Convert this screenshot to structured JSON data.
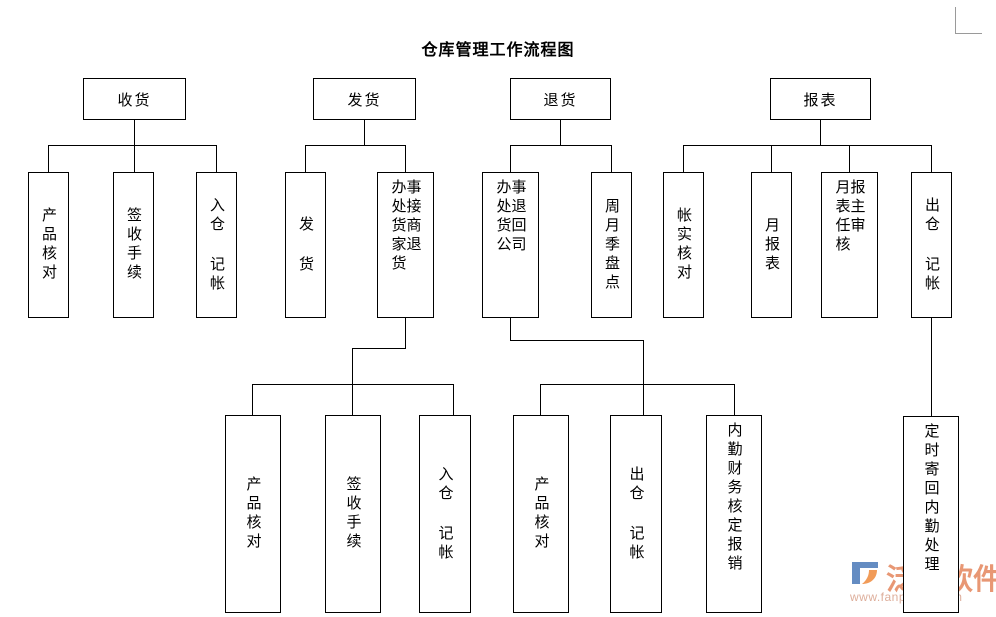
{
  "title": "仓库管理工作流程图",
  "colors": {
    "stroke": "#000000",
    "background": "#ffffff",
    "watermark_text": "#e4855c",
    "watermark_url": "#d8a08a",
    "watermark_logo_blue": "#4a78b8",
    "watermark_logo_orange": "#ef8a3c",
    "corner_mark": "#9a9a9a"
  },
  "nodes": {
    "top": [
      {
        "id": "receiving",
        "label": "收货"
      },
      {
        "id": "shipping",
        "label": "发货"
      },
      {
        "id": "returns",
        "label": "退货"
      },
      {
        "id": "reports",
        "label": "报表"
      }
    ],
    "row2": [
      {
        "id": "r2-product-check",
        "cols": [
          "产品核对"
        ]
      },
      {
        "id": "r2-signoff",
        "cols": [
          "签收手续"
        ]
      },
      {
        "id": "r2-inbound-record",
        "cols": [
          "入仓 记帐"
        ]
      },
      {
        "id": "r2-ship-goods",
        "cols": [
          "发 货"
        ]
      },
      {
        "id": "r2-merchant-return",
        "cols": [
          "事接商退",
          "办处货家货"
        ]
      },
      {
        "id": "r2-return-company",
        "cols": [
          "事退回司",
          "办处货公"
        ]
      },
      {
        "id": "r2-stocktake",
        "cols": [
          "周月季盘点"
        ]
      },
      {
        "id": "r2-account-check",
        "cols": [
          "帐实核对"
        ]
      },
      {
        "id": "r2-monthly-report",
        "cols": [
          "月报表"
        ]
      },
      {
        "id": "r2-supervisor-audit",
        "cols": [
          "报主审",
          "月表任核"
        ]
      },
      {
        "id": "r2-outbound-record",
        "cols": [
          "出仓 记帐"
        ]
      }
    ],
    "row3": [
      {
        "id": "r3-product-check",
        "cols": [
          "产品核对"
        ]
      },
      {
        "id": "r3-signoff",
        "cols": [
          "签收手续"
        ]
      },
      {
        "id": "r3-inbound-record",
        "cols": [
          "入仓 记帐"
        ]
      },
      {
        "id": "r3-product-check-2",
        "cols": [
          "产品核对"
        ]
      },
      {
        "id": "r3-outbound-record",
        "cols": [
          "出仓 记帐"
        ]
      },
      {
        "id": "r3-finance-reimburse",
        "cols": [
          "内勤财务核定报销"
        ]
      },
      {
        "id": "r3-mail-back",
        "cols": [
          "定时寄回内勤处理"
        ]
      }
    ]
  },
  "watermark": {
    "brand": "泛普软件",
    "url": "www.fanpusoft.com"
  }
}
